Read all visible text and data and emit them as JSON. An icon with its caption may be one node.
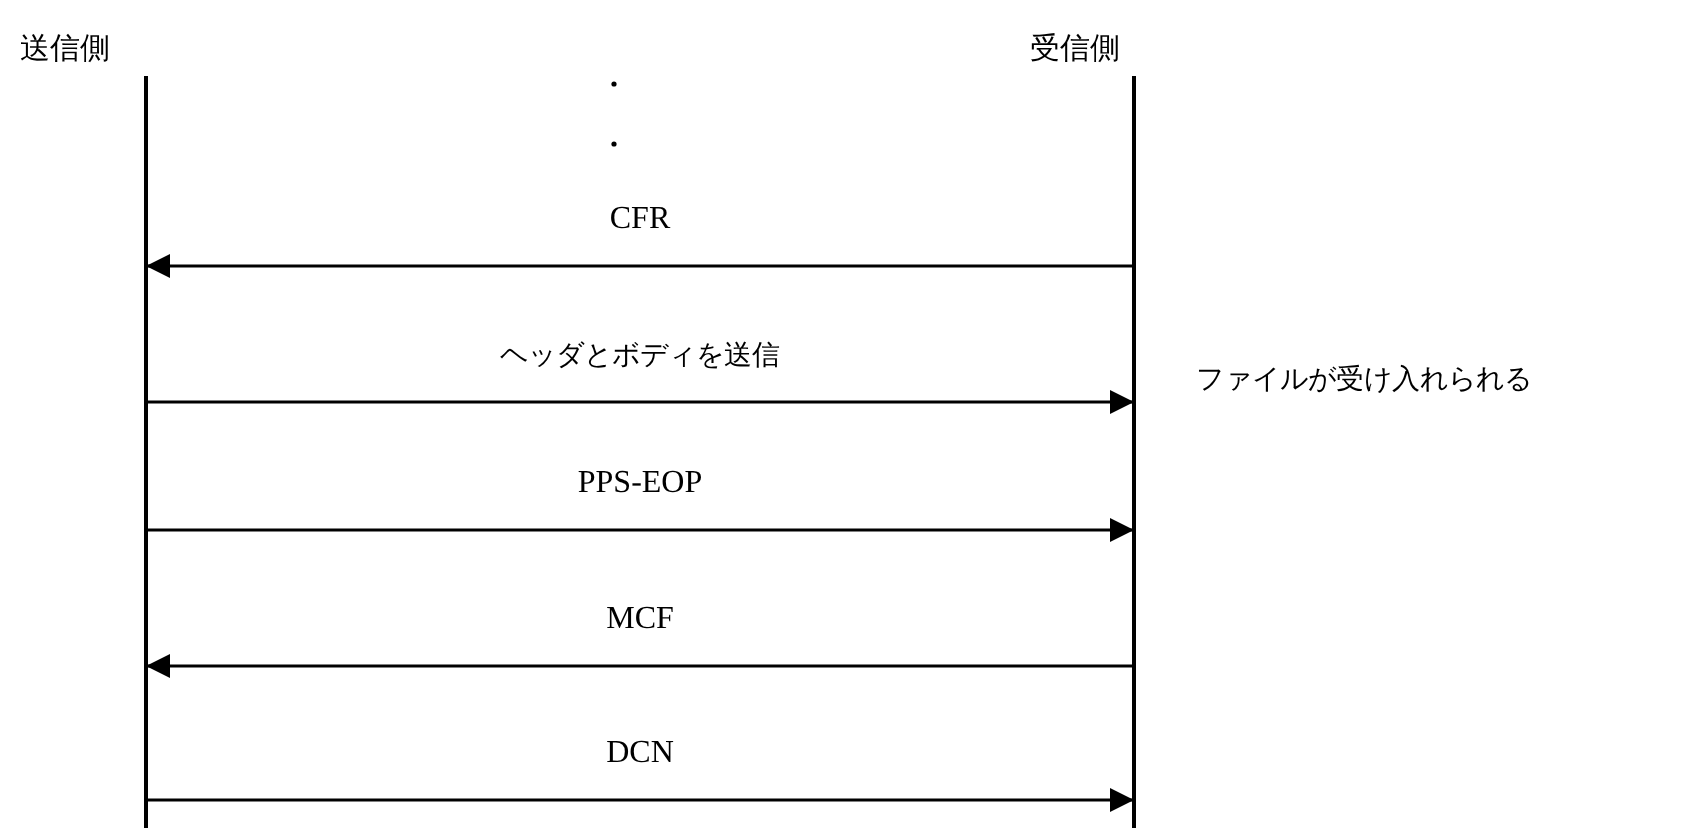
{
  "diagram": {
    "nodes": [
      {
        "text": [
          "送信側"
        ]
      },
      {
        "text": [
          "受信側"
        ]
      }
    ],
    "edges": [
      {
        "from": 1,
        "to": 0,
        "arrow": "to",
        "label": "CFR"
      },
      {
        "from": 0,
        "to": 1,
        "arrow": "to",
        "label": "ヘッダとボディを送信"
      },
      {
        "from": 0,
        "to": 1,
        "arrow": "to",
        "label": "PPS-EOP"
      },
      {
        "from": 1,
        "to": 0,
        "arrow": "to",
        "label": "MCF"
      },
      {
        "from": 0,
        "to": 1,
        "arrow": "to",
        "label": "DCN"
      }
    ],
    "labels": [
      "ファイルが受け入れられる"
    ]
  }
}
